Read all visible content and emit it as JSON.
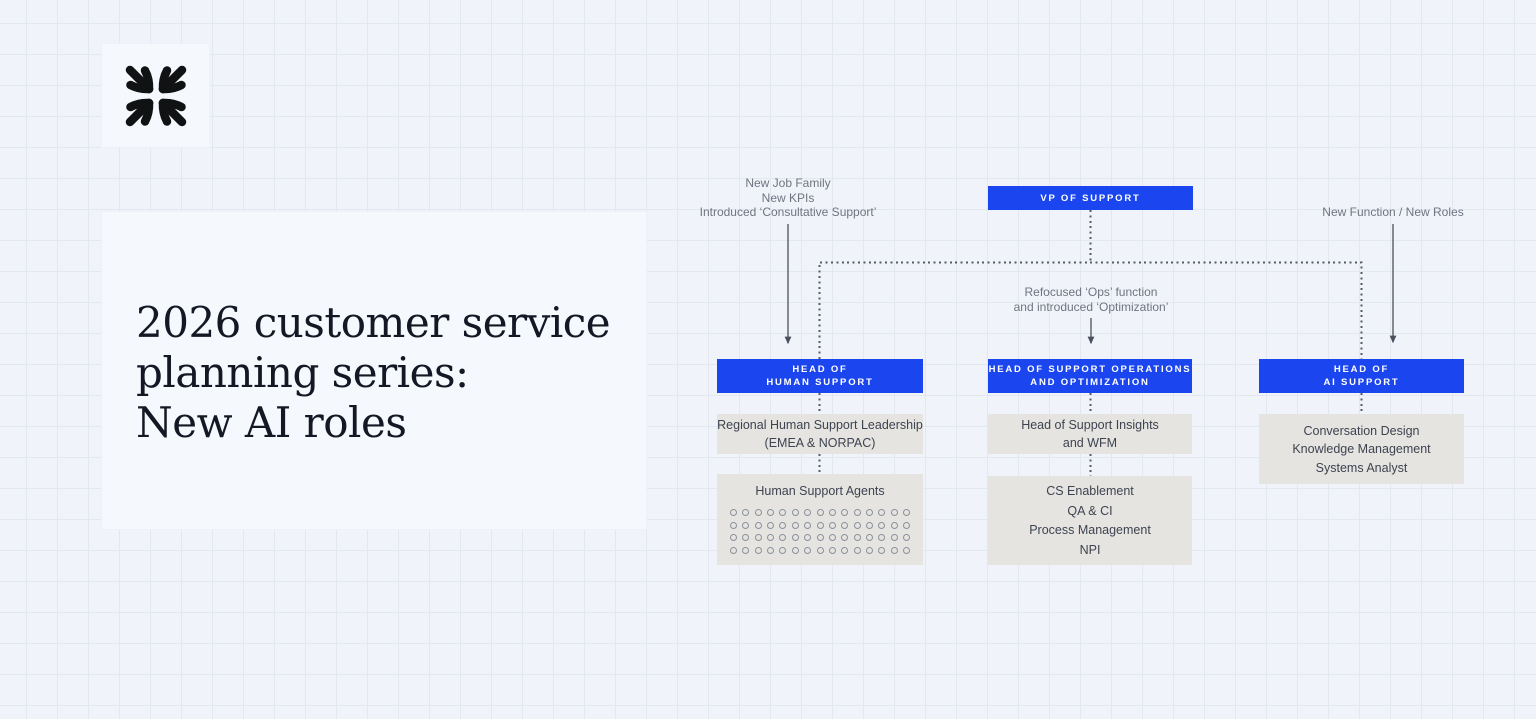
{
  "colors": {
    "background": "#f0f3fa",
    "grid_line": "#e3e7ef",
    "card": "#f5f8fd",
    "title_text": "#141824",
    "accent_blue": "#1b46ef",
    "blue_box_text": "#ffffff",
    "gray_box": "#e5e4e0",
    "gray_box_text": "#3d4350",
    "annotation_text": "#6e7580",
    "line_color": "#4d5563",
    "dot_color": "#8a909b"
  },
  "brand": {
    "logo_icon": "converging-arrows-logo"
  },
  "title_card": {
    "line1": "2026 customer service",
    "line2": "planning series:",
    "line3": "New AI roles"
  },
  "org_chart": {
    "vp": {
      "label": "VP OF SUPPORT"
    },
    "annotations": {
      "left_line1": "New Job Family",
      "left_line2": "New KPIs",
      "left_line3": "Introduced ‘Consultative Support’",
      "middle_line1": "Refocused ‘Ops’ function",
      "middle_line2": "and introduced ‘Optimization’",
      "right_line1": "New Function / New Roles"
    },
    "human": {
      "header_line1": "HEAD OF",
      "header_line2": "HUMAN SUPPORT",
      "leadership_line1": "Regional Human Support Leadership",
      "leadership_line2": "(EMEA & NORPAC)",
      "agents_title": "Human Support Agents",
      "agents_grid": {
        "rows": 4,
        "cols": 15
      }
    },
    "ops": {
      "header_line1": "HEAD OF SUPPORT OPERATIONS",
      "header_line2": "AND OPTIMIZATION",
      "insights_line1": "Head of Support Insights",
      "insights_line2": "and WFM",
      "teams": [
        "CS Enablement",
        "QA & CI",
        "Process Management",
        "NPI"
      ]
    },
    "ai": {
      "header_line1": "HEAD OF",
      "header_line2": "AI SUPPORT",
      "roles": [
        "Conversation Design",
        "Knowledge Management",
        "Systems Analyst"
      ]
    }
  }
}
